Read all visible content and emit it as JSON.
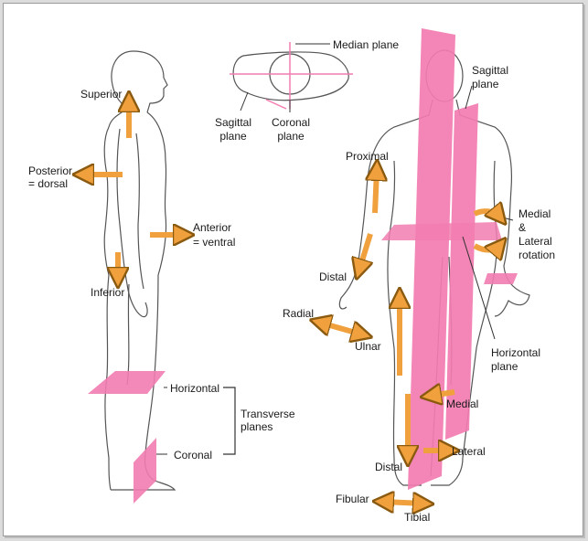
{
  "labels": {
    "superior": "Superior",
    "posterior": "Posterior",
    "dorsal": "= dorsal",
    "anterior": "Anterior",
    "ventral": "= ventral",
    "inferior": "Inferior",
    "horizontal": "Horizontal",
    "transverse": "Transverse",
    "planes": "planes",
    "coronal": "Coronal",
    "median_plane": "Median plane",
    "sagittal_top_1": "Sagittal",
    "sagittal_top_2": "plane",
    "coronal_top_1": "Coronal",
    "coronal_top_2": "plane",
    "sagittal_right_1": "Sagittal",
    "sagittal_right_2": "plane",
    "proximal": "Proximal",
    "medial_right": "Medial",
    "and": "&",
    "lateral": "Lateral",
    "rotation": "rotation",
    "distal_arm": "Distal",
    "radial": "Radial",
    "ulnar": "Ulnar",
    "horizontal_plane_1": "Horizontal",
    "horizontal_plane_2": "plane",
    "medial_leg": "Medial",
    "lateral_leg": "Lateral",
    "distal_leg": "Distal",
    "fibular": "Fibular",
    "tibial": "Tibial"
  },
  "colors": {
    "plane": "#f27cb0",
    "arrow": "#f0a03c",
    "arrow_stroke": "#8a5a10",
    "line": "#333333"
  }
}
